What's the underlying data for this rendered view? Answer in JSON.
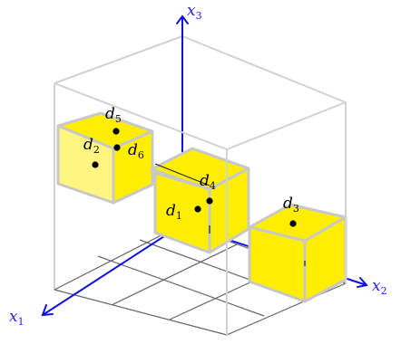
{
  "colors": {
    "axis": "#1010e0",
    "cube_face": "#ffee00",
    "cube_face_light": "#fff580",
    "cube_edge": "#c8c8c8",
    "box_edge": "#d2d2d2",
    "grid": "#666666"
  },
  "axes": {
    "x1": {
      "symbol": "x",
      "sub": "1"
    },
    "x2": {
      "symbol": "x",
      "sub": "2"
    },
    "x3": {
      "symbol": "x",
      "sub": "3"
    }
  },
  "points": [
    {
      "symbol": "d",
      "sub": "1"
    },
    {
      "symbol": "d",
      "sub": "2"
    },
    {
      "symbol": "d",
      "sub": "3"
    },
    {
      "symbol": "d",
      "sub": "4"
    },
    {
      "symbol": "d",
      "sub": "5"
    },
    {
      "symbol": "d",
      "sub": "6"
    }
  ]
}
